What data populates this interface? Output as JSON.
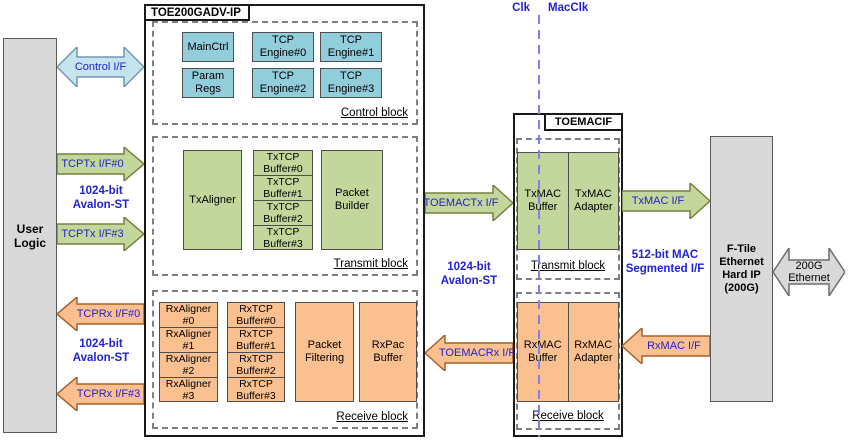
{
  "clocks": {
    "clk": "Clk",
    "macclk": "MacClk"
  },
  "user_logic": {
    "label": "User\nLogic"
  },
  "toe": {
    "title": "TOE200GADV-IP",
    "control": {
      "label": "Control block",
      "boxes": [
        "MainCtrl",
        "TCP\nEngine#0",
        "TCP\nEngine#1",
        "Param\nRegs",
        "TCP\nEngine#2",
        "TCP\nEngine#3"
      ]
    },
    "transmit": {
      "label": "Transmit block",
      "tx_aligner": "TxAligner",
      "buffers": [
        "TxTCP\nBuffer#0",
        "TxTCP\nBuffer#1",
        "TxTCP\nBuffer#2",
        "TxTCP\nBuffer#3"
      ],
      "packet_builder": "Packet\nBuilder"
    },
    "receive": {
      "label": "Receive block",
      "aligners": [
        "RxAligner\n#0",
        "RxAligner\n#1",
        "RxAligner\n#2",
        "RxAligner\n#3"
      ],
      "buffers": [
        "RxTCP\nBuffer#0",
        "RxTCP\nBuffer#1",
        "RxTCP\nBuffer#2",
        "RxTCP\nBuffer#3"
      ],
      "packet_filtering": "Packet\nFiltering",
      "rxpac_buffer": "RxPac\nBuffer"
    }
  },
  "toemacif": {
    "title": "TOEMACIF",
    "transmit": {
      "label": "Transmit block",
      "buffer": "TxMAC\nBuffer",
      "adapter": "TxMAC\nAdapter"
    },
    "receive": {
      "label": "Receive block",
      "buffer": "RxMAC\nBuffer",
      "adapter": "RxMAC\nAdapter"
    }
  },
  "ftile": {
    "label": "F-Tile\nEthernet\nHard IP\n(200G)"
  },
  "arrows": {
    "control_if": "Control I/F",
    "tcptx0": "TCPTx I/F#0",
    "tcptx3": "TCPTx I/F#3",
    "tcprx0": "TCPRx I/F#0",
    "tcprx3": "TCPRx I/F#3",
    "toemactx": "TOEMACTx I/F",
    "toemacrx": "TOEMACRx I/F",
    "txmac": "TxMAC I/F",
    "rxmac": "RxMAC I/F",
    "ethernet": "200G\nEthernet"
  },
  "bus_labels": {
    "avalon_tx": "1024-bit\nAvalon-ST",
    "avalon_rx": "1024-bit\nAvalon-ST",
    "avalon_mid": "1024-bit\nAvalon-ST",
    "mac_segmented": "512-bit MAC\nSegmented I/F"
  },
  "colors": {
    "box_blue": "#92CDDC",
    "box_green": "#C3D69B",
    "box_orange": "#FAC090",
    "block_gray": "#D9D9D9",
    "arrow_blue_fill": "#C5E4EE",
    "label_blue": "#2222CE",
    "clock_line_blue": "#8080F2"
  }
}
